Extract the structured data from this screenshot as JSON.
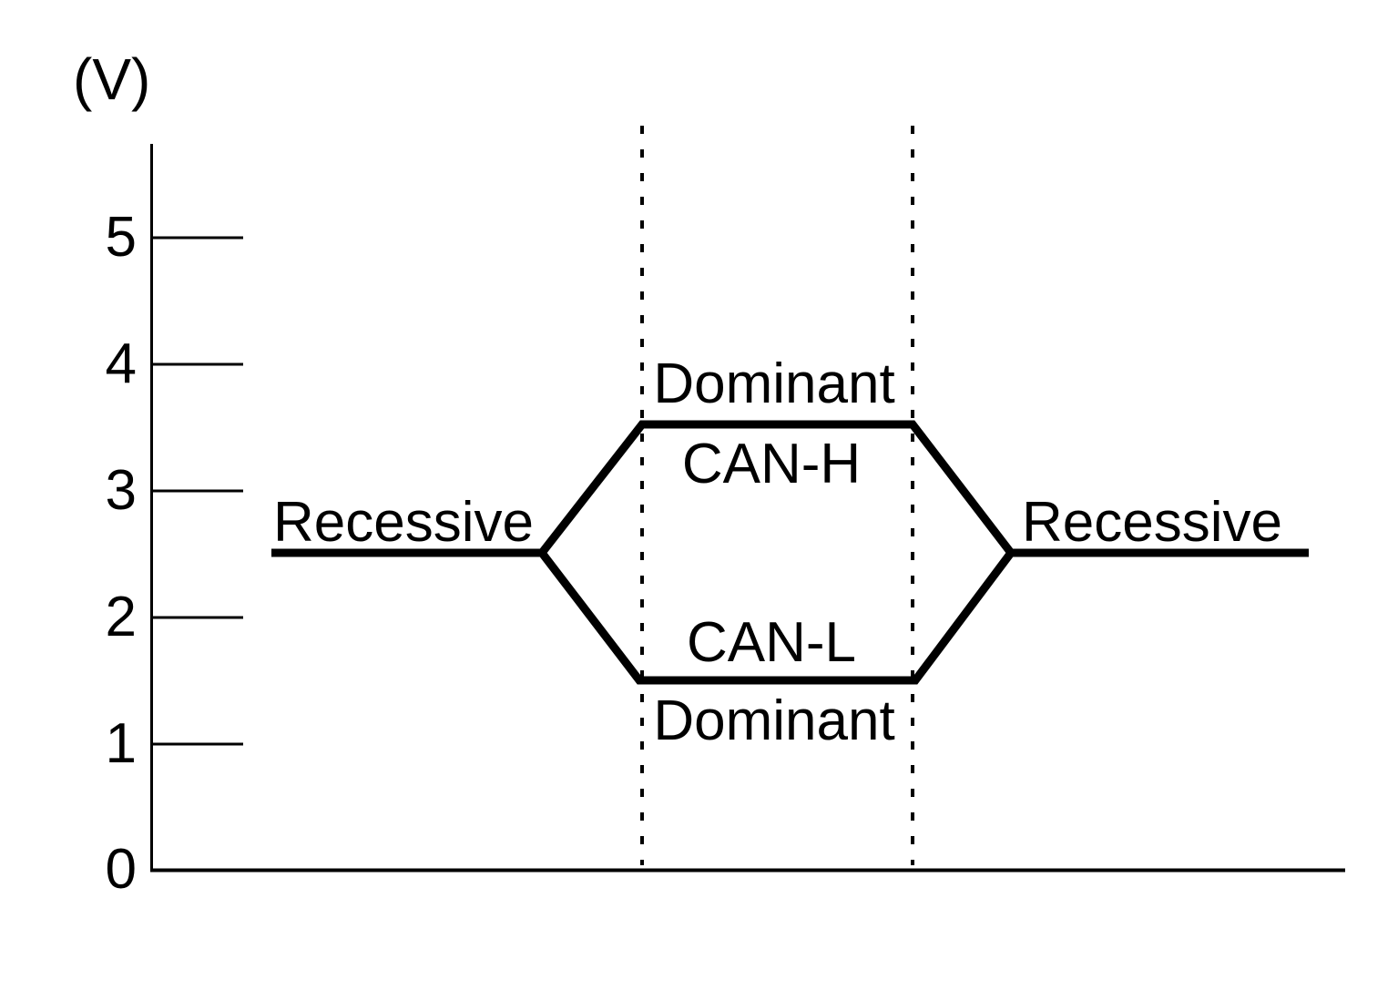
{
  "chart_data": {
    "type": "line",
    "title": "",
    "xlabel": "",
    "ylabel": "(V)",
    "y_ticks": [
      5,
      4,
      3,
      2,
      1,
      0
    ],
    "ylim": [
      0,
      5.75
    ],
    "grid": false,
    "legend_position": "none",
    "x_units": "time (unlabeled)",
    "series": [
      {
        "name": "CAN-H",
        "x": [
          0,
          2.6,
          3.6,
          6.2,
          7.1,
          10
        ],
        "values": [
          2.5,
          2.5,
          3.5,
          3.5,
          2.5,
          2.5
        ]
      },
      {
        "name": "CAN-L",
        "x": [
          0,
          2.6,
          3.6,
          6.2,
          7.1,
          10
        ],
        "values": [
          2.5,
          2.5,
          1.5,
          1.5,
          2.5,
          2.5
        ]
      }
    ],
    "levels": {
      "recessive_voltage": 2.5,
      "dominant_can_h_voltage": 3.5,
      "dominant_can_l_voltage": 1.5
    },
    "dominant_region_boundaries_x": [
      3.6,
      6.2
    ],
    "annotations": [
      {
        "text": "Recessive",
        "position": "left-of-split-above-2.5V-line"
      },
      {
        "text": "Dominant",
        "position": "above-3.5V-line"
      },
      {
        "text": "CAN-H",
        "position": "below-3.5V-line"
      },
      {
        "text": "CAN-L",
        "position": "above-1.5V-line"
      },
      {
        "text": "Dominant",
        "position": "below-1.5V-line"
      },
      {
        "text": "Recessive",
        "position": "right-of-merge-above-2.5V-line"
      }
    ]
  },
  "labels": {
    "axis_unit": "(V)",
    "recessive_left": "Recessive",
    "recessive_right": "Recessive",
    "dominant_top": "Dominant",
    "dominant_bottom": "Dominant",
    "can_h": "CAN-H",
    "can_l": "CAN-L"
  },
  "y_axis": {
    "tick_labels": [
      "5",
      "4",
      "3",
      "2",
      "1",
      "0"
    ]
  },
  "colors": {
    "trace": "#000000",
    "axis": "#000000",
    "background": "#ffffff"
  }
}
